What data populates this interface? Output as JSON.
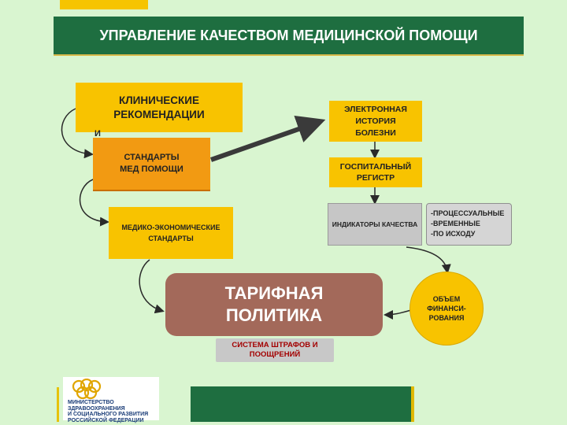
{
  "title": "УПРАВЛЕНИЕ КАЧЕСТВОМ МЕДИЦИНСКОЙ ПОМОЩИ",
  "nodes": {
    "clinical_recommendations": "КЛИНИЧЕСКИЕ\nРЕКОМЕНДАЦИИ",
    "connector_and": "И",
    "standards": "СТАНДАРТЫ\nМЕД ПОМОЩИ",
    "med_econ_standards": "МЕДИКО-ЭКОНОМИЧЕСКИЕ\nСТАНДАРТЫ",
    "electronic_history": "ЭЛЕКТРОННАЯ\nИСТОРИЯ\nБОЛЕЗНИ",
    "hospital_register": "ГОСПИТАЛЬНЫЙ\nРЕГИСТР",
    "quality_indicators": "ИНДИКАТОРЫ КАЧЕСТВА",
    "indicator_types": "-ПРОЦЕССУАЛЬНЫЕ\n-ВРЕМЕННЫЕ\n-ПО ИСХОДУ",
    "tariff_policy": "ТАРИФНАЯ\nПОЛИТИКА",
    "financing_volume": "ОБЪЕМ\nФИНАНСИ-\nРОВАНИЯ",
    "penalty_system": "СИСТЕМА ШТРАФОВ И\nПООЩРЕНИЙ"
  },
  "logo": {
    "text": "МИНИСТЕРСТВО\nЗДРАВООХРАНЕНИЯ\nИ СОЦИАЛЬНОГО РАЗВИТИЯ\nРОССИЙСКОЙ ФЕДЕРАЦИИ",
    "icon": "ministry-emblem-icon"
  },
  "colors": {
    "background": "#d9f5d0",
    "header": "#1e6e40",
    "yellow": "#f8c300",
    "orange": "#f29a12",
    "brown": "#a3695a",
    "gray": "#c6c6c6"
  }
}
